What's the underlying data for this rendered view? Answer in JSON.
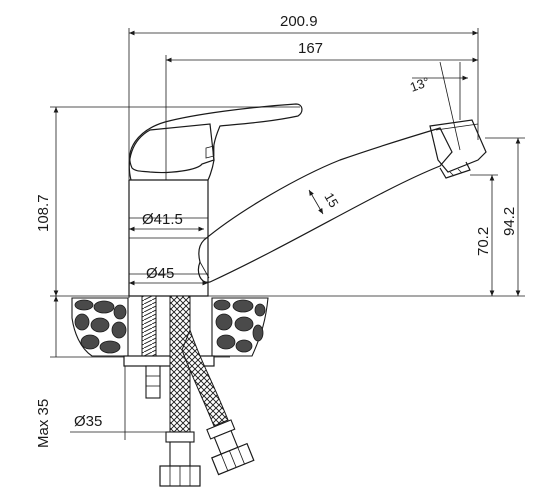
{
  "dimensions": {
    "overall_width": "200.9",
    "spout_reach": "167",
    "spout_angle": "13°",
    "total_height": "108.7",
    "spout_thickness": "15",
    "body_diameter_upper": "Ø41.5",
    "body_diameter_base": "Ø45",
    "outlet_height": "70.2",
    "spout_height": "94.2",
    "max_counter_thickness": "Max 35",
    "mounting_hole": "Ø35"
  }
}
